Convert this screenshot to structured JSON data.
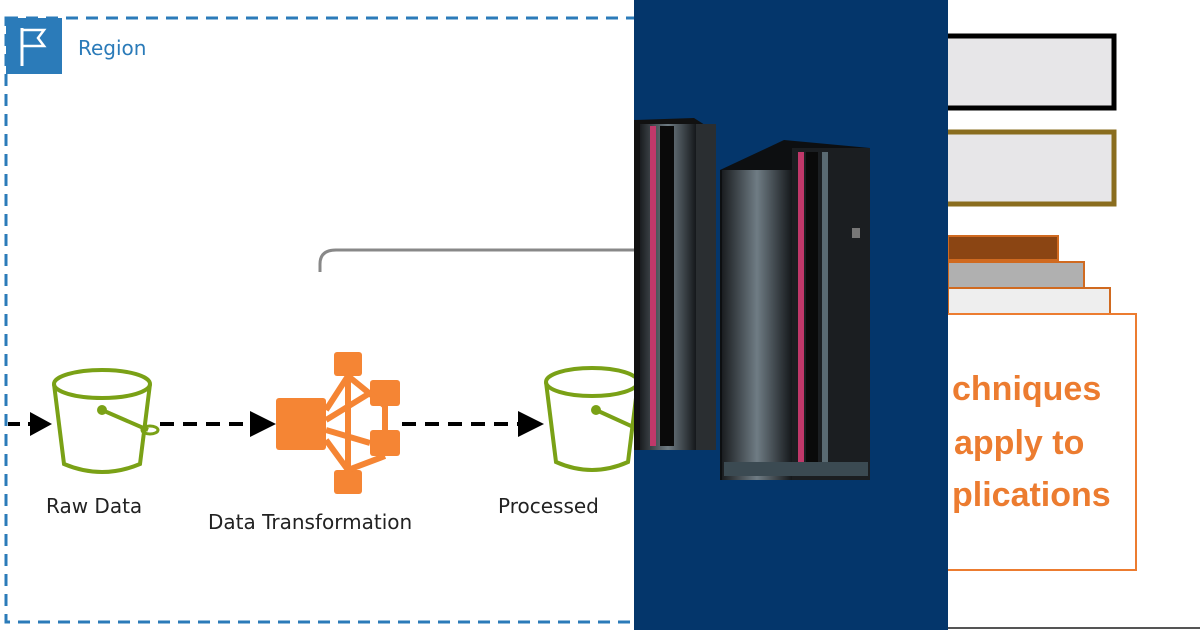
{
  "left_panel": {
    "region_label": "Region",
    "region_icon": "flag-icon",
    "nodes": [
      {
        "label": "Raw Data",
        "icon": "bucket-icon"
      },
      {
        "label": "Data Transformation",
        "icon": "transform-icon"
      },
      {
        "label": "Processed",
        "icon": "bucket-icon"
      }
    ],
    "colors": {
      "region_border": "#2b7bb9",
      "bucket": "#7aa116",
      "transform": "#f58534",
      "arrow": "#000000"
    }
  },
  "middle_panel": {
    "subject": "server-rack-icon",
    "background": "#04366b"
  },
  "right_panel": {
    "text_lines": [
      "chniques",
      "apply to",
      "plications"
    ],
    "colors": {
      "accent": "#ec7c30",
      "bar_brown": "#8b4513",
      "bar_gray": "#b0b0b0",
      "olive_border": "#8a6d1e"
    }
  }
}
